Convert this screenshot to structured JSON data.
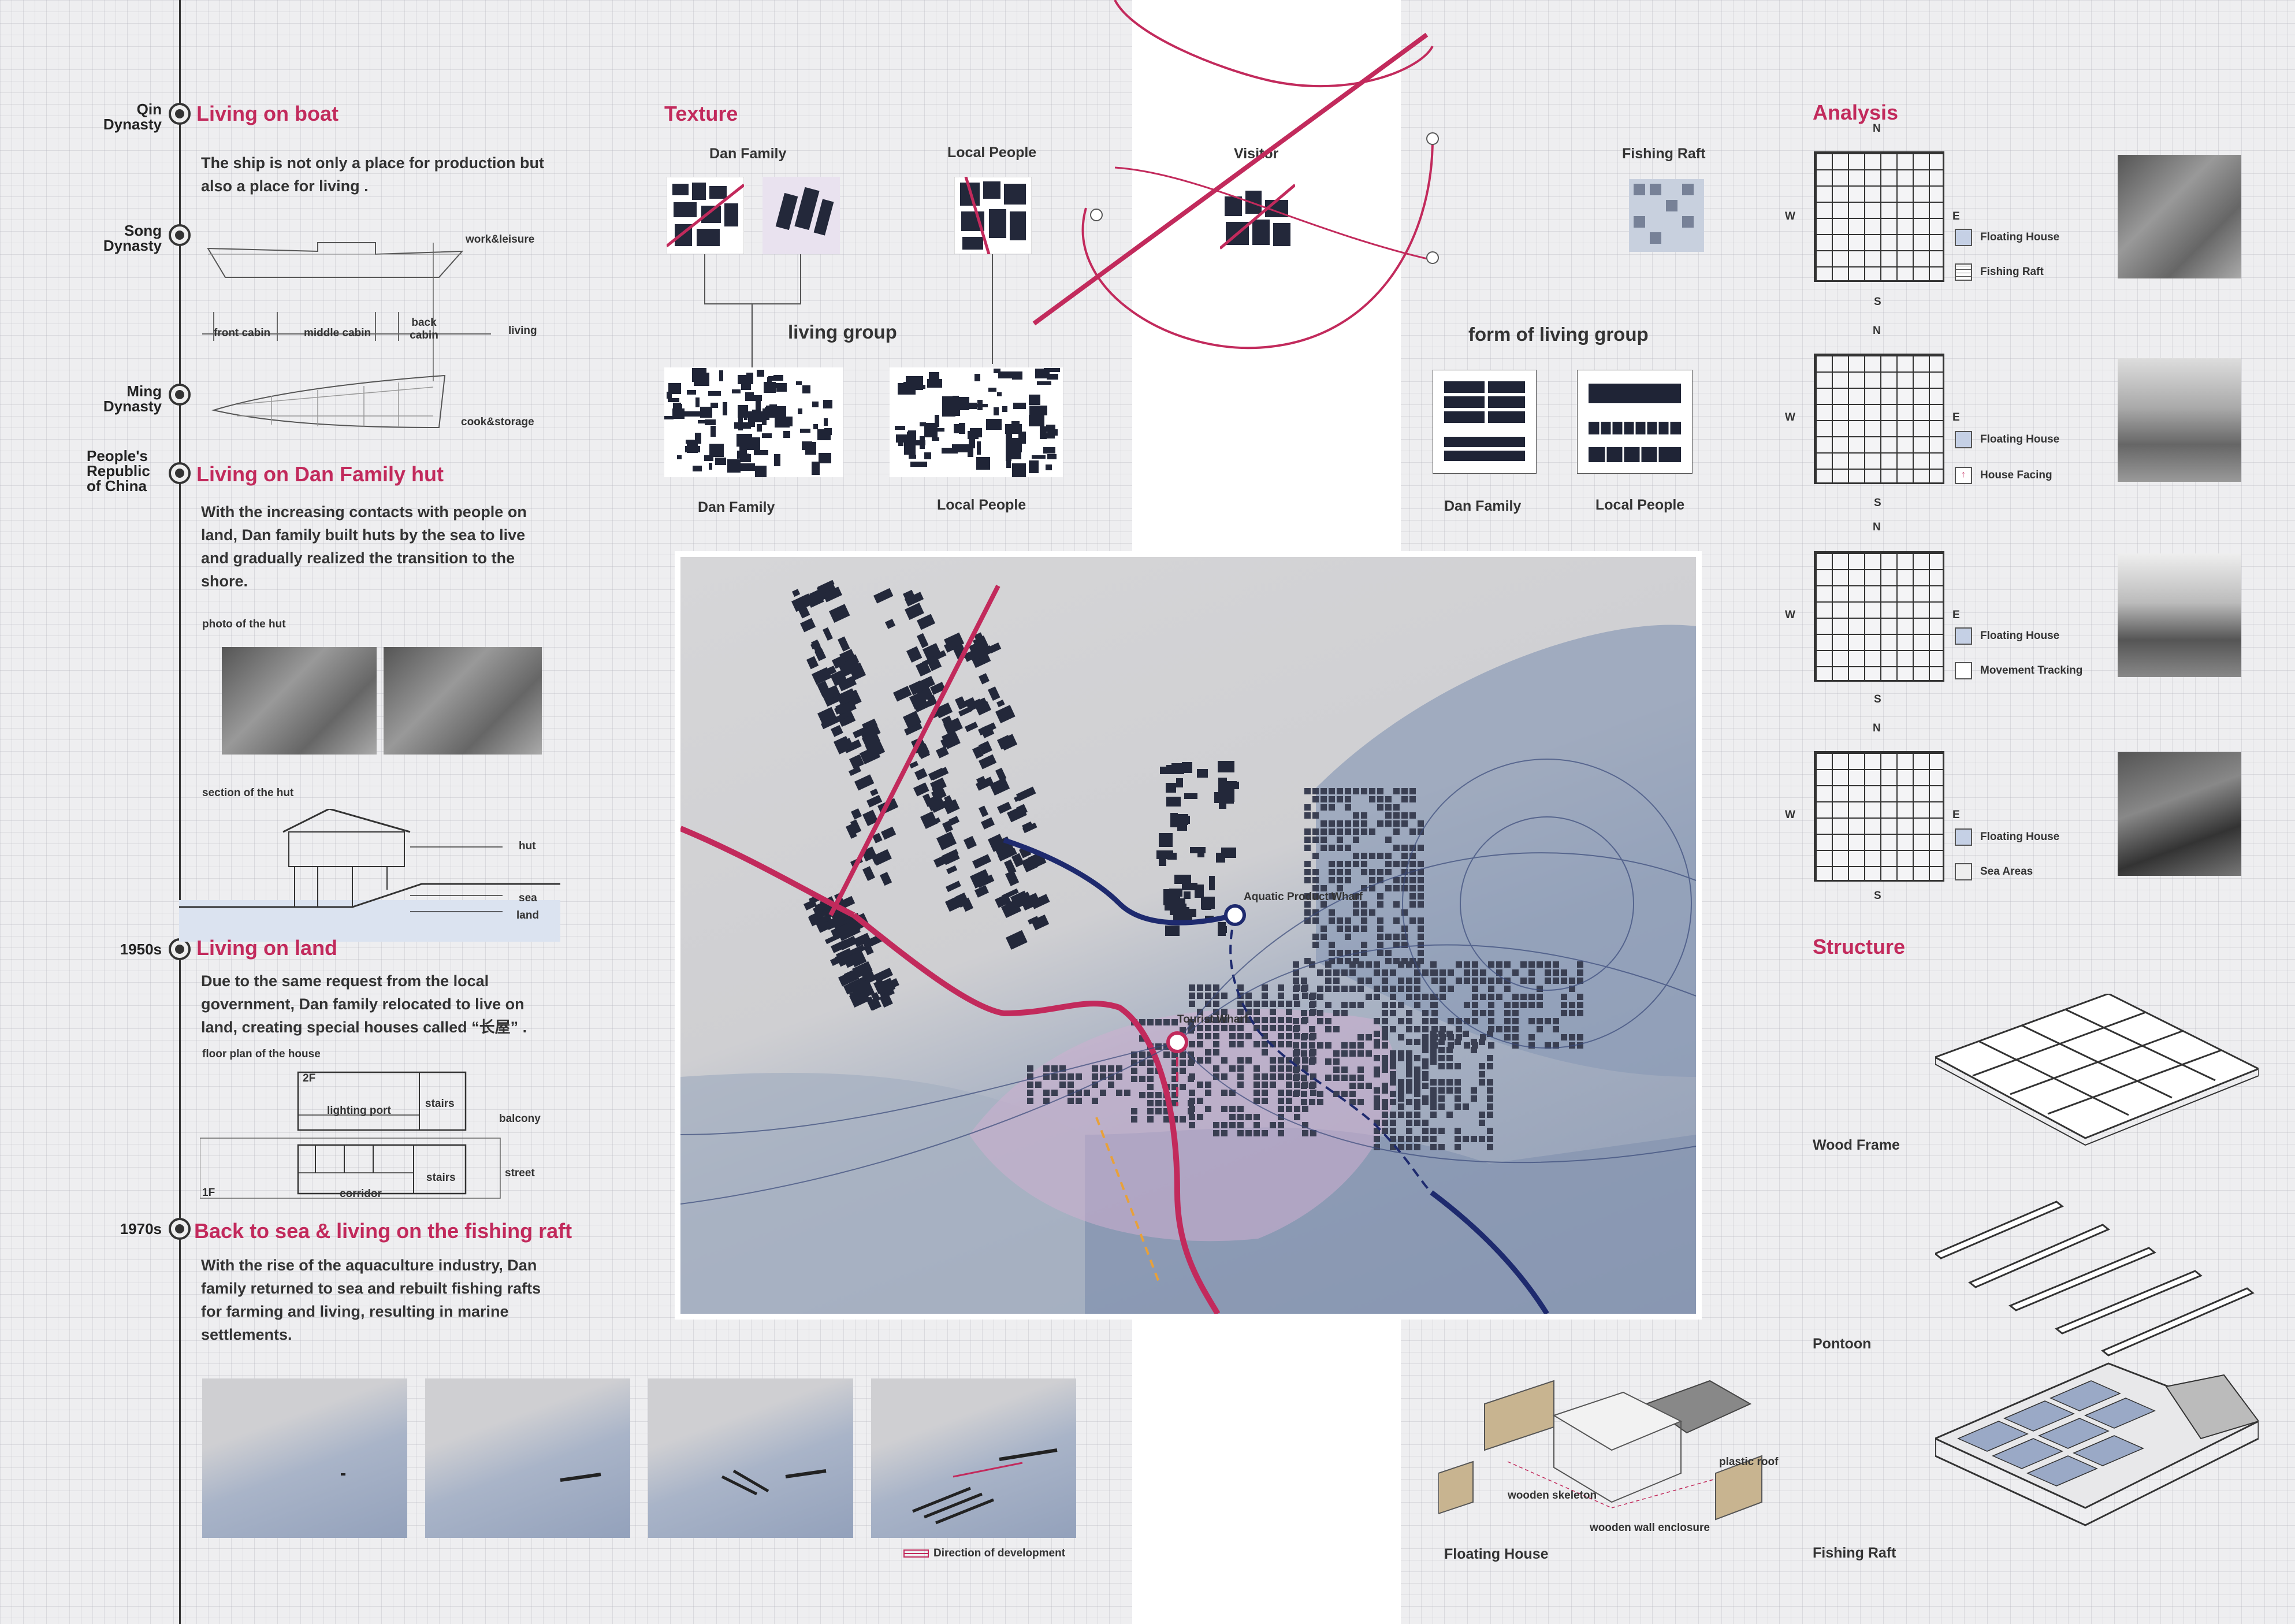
{
  "colors": {
    "accent": "#c22a5c",
    "navy": "#1e2a6e",
    "dark": "#2a2f3e"
  },
  "timeline": [
    {
      "era": "Qin\nDynasty"
    },
    {
      "era": "Song\nDynasty"
    },
    {
      "era": "Ming\nDynasty"
    },
    {
      "era": "People's\nRepublic\nof China"
    },
    {
      "era": "1950s"
    },
    {
      "era": "1970s"
    }
  ],
  "boat": {
    "title": "Living on boat",
    "text": "The ship is not only a place for production but also a place for living .",
    "labels": {
      "work": "work&leisure",
      "front": "front cabin",
      "middle": "middle cabin",
      "back": "back cabin",
      "living": "living",
      "cook": "cook&storage"
    }
  },
  "hut": {
    "title": "Living on Dan Family hut",
    "text": "With the increasing contacts with people on land, Dan family built huts by the sea to live and gradually realized the transition to the shore.",
    "photo_label": "photo of the hut",
    "section_label": "section of the hut",
    "labels": {
      "hut": "hut",
      "sea": "sea",
      "land": "land"
    }
  },
  "land": {
    "title": "Living on land",
    "text": "Due to the same request from the local government, Dan family relocated to live on land, creating special houses called  “长屋” .",
    "plan_label": "floor plan of the house",
    "labels": {
      "f2": "2F",
      "f1": "1F",
      "lighting": "lighting port",
      "stairs": "stairs",
      "balcony": "balcony",
      "stairs2": "stairs",
      "street": "street",
      "corridor": "corridor"
    }
  },
  "raft": {
    "title": "Back to sea & living on the fishing raft",
    "text": "With the rise of the aquaculture industry, Dan family returned to sea and rebuilt fishing rafts for farming and living, resulting in marine settlements.",
    "legend": "Direction of development"
  },
  "texture": {
    "title": "Texture",
    "dan": "Dan Family",
    "local": "Local People",
    "visitor": "Visitor",
    "raft": "Fishing Raft",
    "living_group": "living group",
    "dan2": "Dan Family",
    "local2": "Local People",
    "form": "form of living group",
    "dan3": "Dan Family",
    "local3": "Local People"
  },
  "map": {
    "wharf1": "Aquatic Product Wharf",
    "wharf2": "Tourist Wharf"
  },
  "analysis": {
    "title": "Analysis",
    "dirs": {
      "n": "N",
      "s": "S",
      "w": "W",
      "e": "E"
    },
    "rows": [
      {
        "l1": "Floating House",
        "l2": "Fishing Raft"
      },
      {
        "l1": "Floating House",
        "l2": "House Facing"
      },
      {
        "l1": "Floating House",
        "l2": "Movement Tracking"
      },
      {
        "l1": "Floating House",
        "l2": "Sea Areas"
      }
    ]
  },
  "structure": {
    "title": "Structure",
    "frame": "Wood Frame",
    "pontoon": "Pontoon",
    "raft": "Fishing Raft"
  },
  "floating": {
    "label": "Floating House",
    "roof": "plastic roof",
    "skeleton": "wooden skeleton",
    "wall": "wooden wall enclosure"
  }
}
